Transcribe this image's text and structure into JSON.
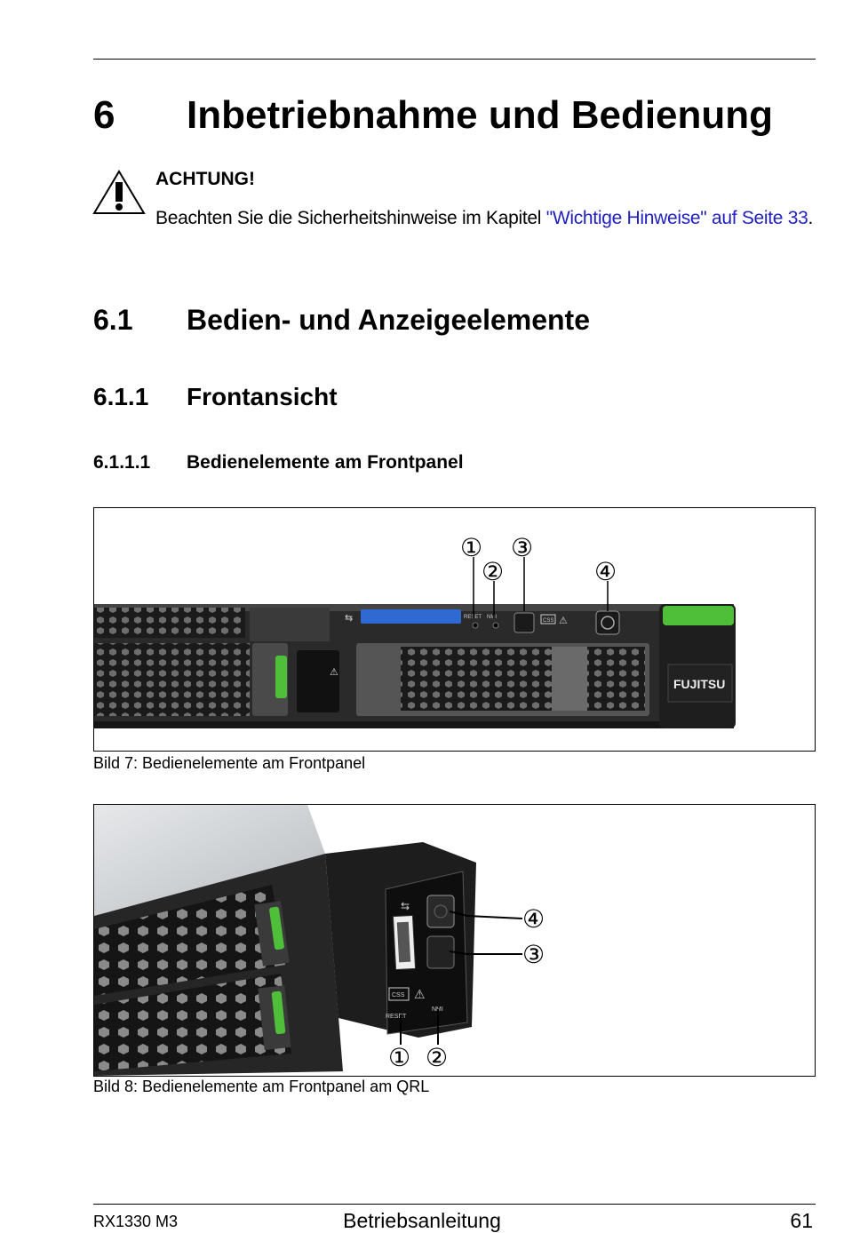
{
  "chapter": {
    "number": "6",
    "title": "Inbetriebnahme und Bedienung"
  },
  "warning": {
    "title": "ACHTUNG!",
    "text_before": "Beachten Sie die Sicherheitshinweise im Kapitel ",
    "link_text": "\"Wichtige Hinweise\" auf Seite 33",
    "text_after": "."
  },
  "section": {
    "number": "6.1",
    "title": "Bedien- und Anzeigeelemente"
  },
  "subsection": {
    "number": "6.1.1",
    "title": "Frontansicht"
  },
  "subsubsection": {
    "number": "6.1.1.1",
    "title": "Bedienelemente am Frontpanel"
  },
  "figure1": {
    "caption": "Bild 7: Bedienelemente am Frontpanel",
    "callouts": [
      "①",
      "②",
      "③",
      "④"
    ],
    "labels": {
      "reset": "RESET",
      "nmi": "NMI",
      "css": "CSS",
      "brand": "FUJITSU"
    }
  },
  "figure2": {
    "caption": "Bild 8: Bedienelemente am Frontpanel am QRL",
    "callouts": [
      "①",
      "②",
      "③",
      "④"
    ],
    "labels": {
      "reset": "RESET",
      "nmi": "NMI",
      "css": "CSS"
    }
  },
  "footer": {
    "product": "RX1330 M3",
    "doc_type": "Betriebsanleitung",
    "page": "61"
  }
}
